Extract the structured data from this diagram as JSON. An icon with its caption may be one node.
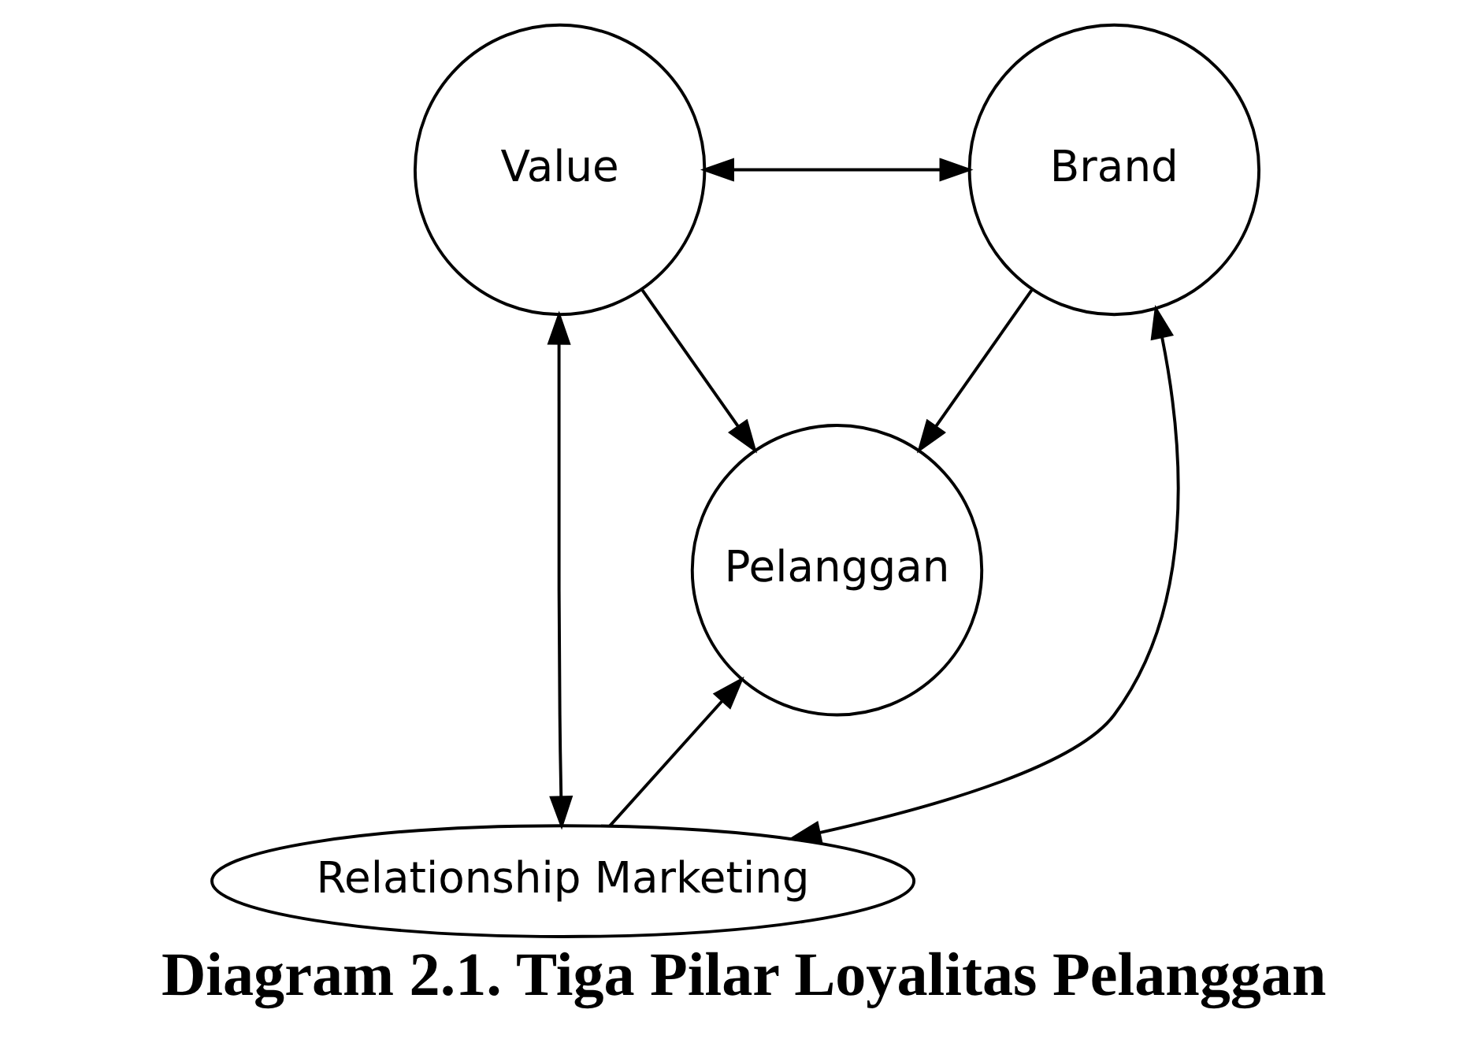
{
  "diagram": {
    "caption": "Diagram 2.1. Tiga Pilar Loyalitas Pelanggan",
    "nodes": [
      {
        "text": [
          "Value"
        ]
      },
      {
        "text": [
          "Brand"
        ]
      },
      {
        "text": [
          "Pelanggan"
        ]
      },
      {
        "text": [
          "Relationship Marketing"
        ]
      }
    ],
    "edges": [
      {
        "from": 0,
        "to": 1,
        "arrow": "both"
      },
      {
        "from": 0,
        "to": 2,
        "arrow": "to"
      },
      {
        "from": 1,
        "to": 2,
        "arrow": "to"
      },
      {
        "from": 3,
        "to": 2,
        "arrow": "to"
      },
      {
        "from": 0,
        "to": 3,
        "arrow": "both"
      },
      {
        "from": 1,
        "to": 3,
        "arrow": "both"
      }
    ]
  }
}
